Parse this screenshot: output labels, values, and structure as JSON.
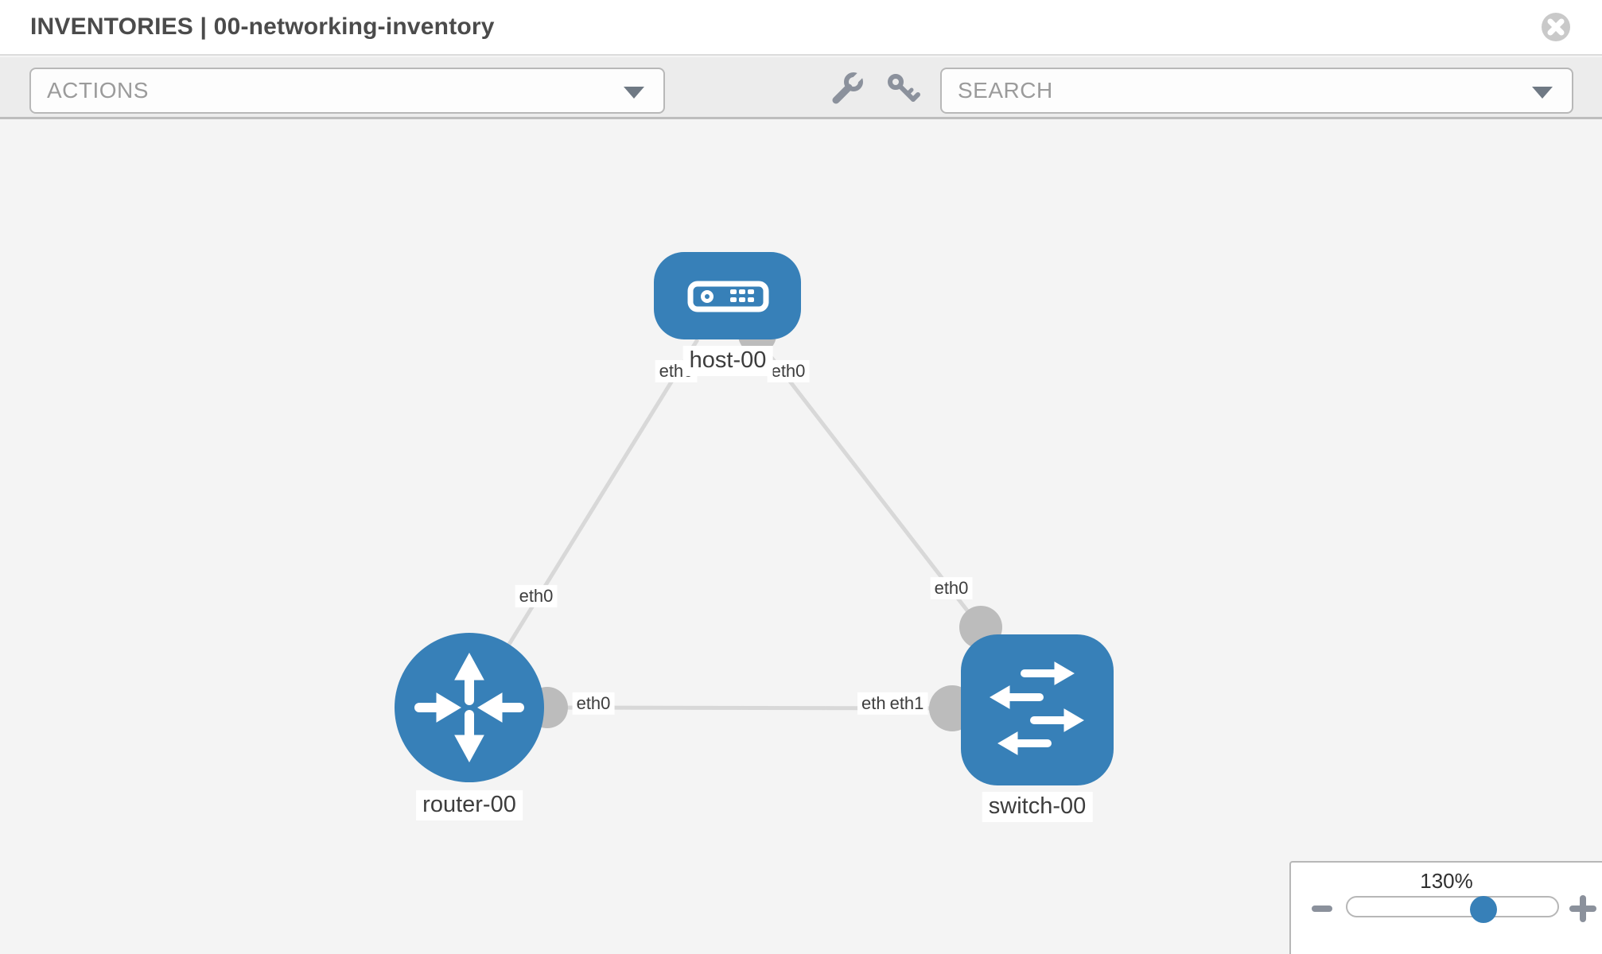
{
  "header": {
    "title": "INVENTORIES | 00-networking-inventory"
  },
  "toolbar": {
    "actions_label": "ACTIONS",
    "search_label": "SEARCH"
  },
  "graph": {
    "nodes": [
      {
        "name": "host-00",
        "type": "host",
        "label": "host-00"
      },
      {
        "name": "router-00",
        "type": "router",
        "label": "router-00"
      },
      {
        "name": "switch-00",
        "type": "switch",
        "label": "switch-00"
      }
    ],
    "links": [
      {
        "from": "host-00",
        "from_interface": "eth0",
        "to": "router-00",
        "to_interface": "eth0"
      },
      {
        "from": "host-00",
        "from_interface": "eth0",
        "to": "switch-00",
        "to_interface": "eth0"
      },
      {
        "from": "router-00",
        "from_interface": "eth0",
        "to": "switch-00",
        "to_interface": "eth1"
      }
    ],
    "labels": {
      "host_eth_left": "eth0",
      "host_name": "host-00",
      "host_eth_right": "eth0",
      "router_link_eth": "eth0",
      "switch_link_eth": "eth0",
      "bottom_link_router_eth": "eth0",
      "bottom_link_switch_eth_hidden": "eth0",
      "bottom_link_switch_eth": "eth1",
      "router_name": "router-00",
      "switch_name": "switch-00"
    },
    "colors": {
      "node_blue": "#3780b8",
      "link_gray": "#d8d8d8",
      "port_gray": "#bcbcbc"
    }
  },
  "zoom_control": {
    "level": "130%"
  }
}
